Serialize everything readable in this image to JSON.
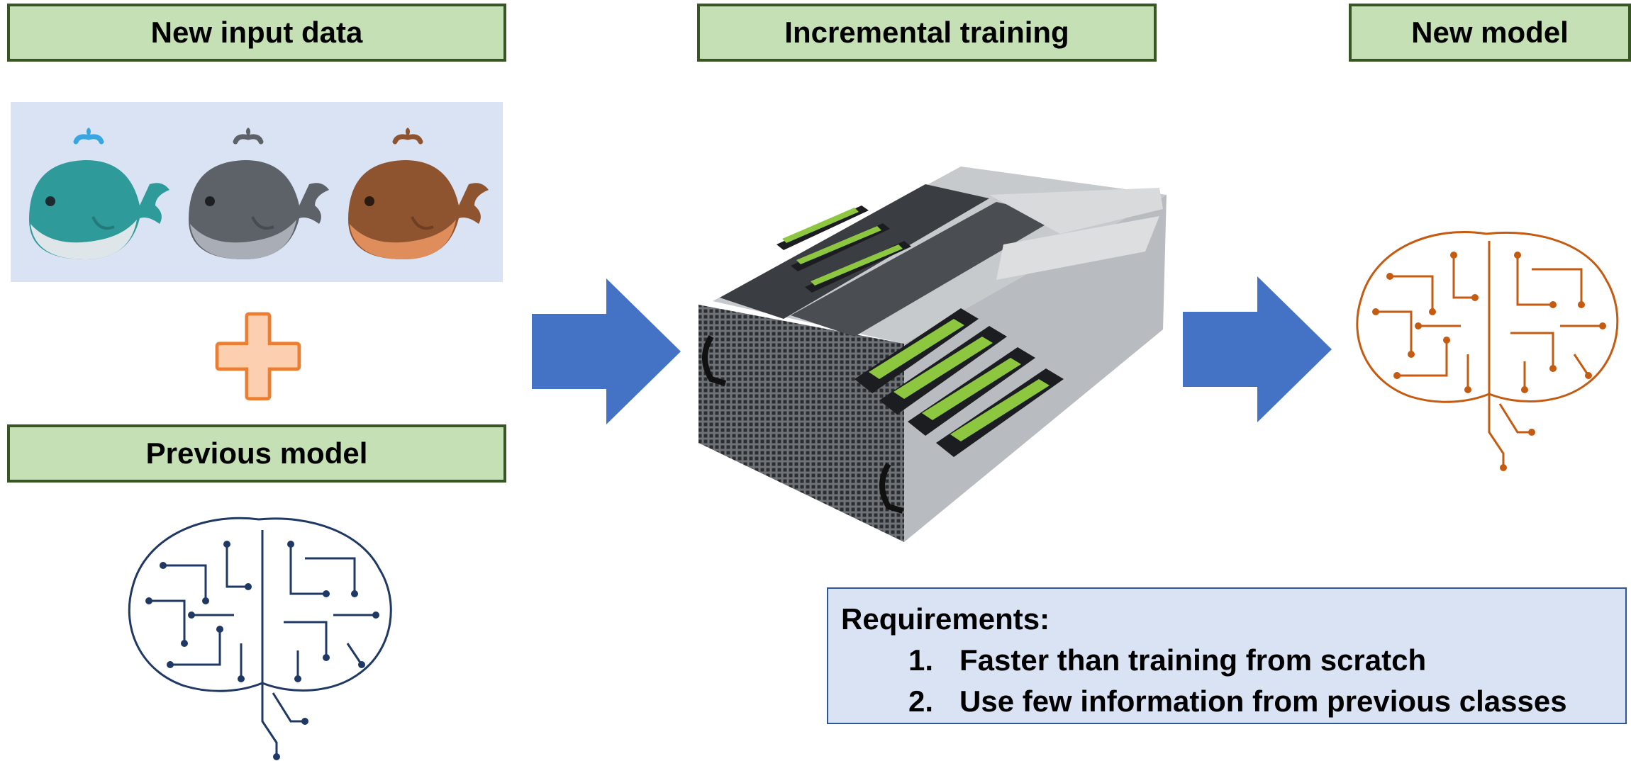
{
  "labels": {
    "new_input_data": "New input data",
    "incremental_training": "Incremental training",
    "new_model": "New model",
    "previous_model": "Previous model"
  },
  "requirements": {
    "title": "Requirements:",
    "items": [
      {
        "num": "1.",
        "text": "Faster than training from scratch"
      },
      {
        "num": "2.",
        "text": "Use few information from previous classes"
      }
    ]
  },
  "colors": {
    "label_fill": "#c5e0b4",
    "label_border": "#375623",
    "arrow": "#4472c4",
    "panel_fill": "#dae3f3",
    "panel_border": "#2f5597",
    "new_model_circuit": "#c55a11",
    "previous_model_circuit": "#1f3864",
    "whale_teal": "#2e9a9a",
    "whale_gray": "#5d6168",
    "whale_brown": "#8e5430",
    "plus_fill": "#fbcfb0",
    "plus_border": "#ed7d31"
  },
  "icons": {
    "whales": [
      "teal-whale-icon",
      "gray-whale-icon",
      "brown-whale-icon"
    ],
    "plus": "plus-icon",
    "arrows": "right-arrow-icon",
    "server": "gpu-server-icon",
    "brains": "circuit-brain-icon"
  }
}
